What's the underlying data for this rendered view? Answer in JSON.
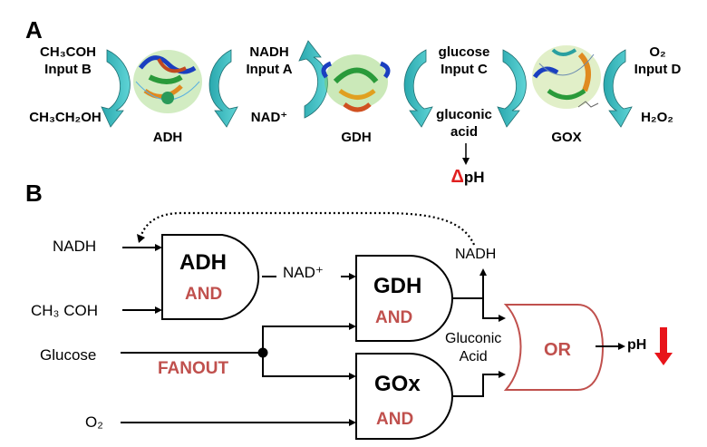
{
  "panel_a": {
    "label": "A",
    "left_top": {
      "formula": "CH₃COH",
      "input": "Input B"
    },
    "left_bottom": "CH₃CH₂OH",
    "enzyme1": "ADH",
    "mid1_top": {
      "name": "NADH",
      "input": "Input A"
    },
    "mid1_bottom": "NAD⁺",
    "enzyme2": "GDH",
    "mid2_top": {
      "name": "glucose",
      "input": "Input C"
    },
    "mid2_bottom": [
      "gluconic",
      "acid"
    ],
    "delta_ph": {
      "symbol": "Δ",
      "text": "pH"
    },
    "enzyme3": "GOX",
    "right_top": {
      "formula": "O₂",
      "input": "Input D"
    },
    "right_bottom": "H₂O₂"
  },
  "panel_b": {
    "label": "B",
    "inputs": {
      "nadh": "NADH",
      "ch3coh": "CH₃ COH",
      "glucose": "Glucose",
      "o2": "O₂"
    },
    "gates": {
      "adh": {
        "name": "ADH",
        "type": "AND"
      },
      "gdh": {
        "name": "GDH",
        "type": "AND"
      },
      "gox": {
        "name": "GOx",
        "type": "AND"
      },
      "or": {
        "type": "OR"
      }
    },
    "fanout": "FANOUT",
    "nad_plus": "NAD⁺",
    "nadh_out": "NADH",
    "gluconic_acid": [
      "Gluconic",
      "Acid"
    ],
    "output": "pH"
  },
  "colors": {
    "arrow_teal": "#3cc0c4",
    "gate_red": "#c0504d",
    "ph_arrow_red": "#e8141a",
    "delta_red": "#e02020"
  }
}
